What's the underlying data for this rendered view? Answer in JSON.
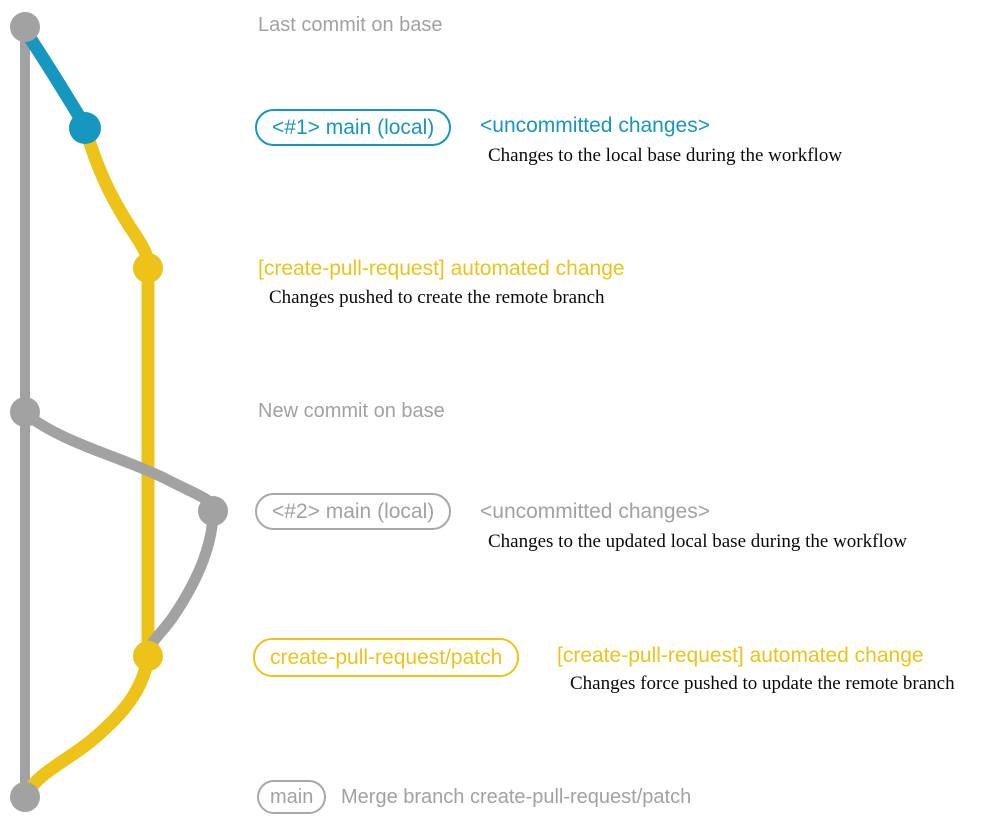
{
  "colors": {
    "gray": "#a2a2a2",
    "blue": "#1697c0",
    "yellow": "#eec319",
    "description_text": "#0a0a0a",
    "background": "#ffffff"
  },
  "graph": {
    "captions": {
      "last_commit": "Last commit on base",
      "new_commit": "New commit on base"
    },
    "nodes": [
      "last-commit-on-base",
      "local-main-1",
      "remote-branch-commit-1",
      "new-commit-on-base",
      "local-main-2",
      "remote-branch-commit-2",
      "merge-commit"
    ]
  },
  "rows": {
    "local_main_1": {
      "badge": "<#1> main (local)",
      "heading": "<uncommitted changes>",
      "description": "Changes to the local base during the workflow"
    },
    "automated_change_1": {
      "heading": "[create-pull-request] automated change",
      "description": "Changes pushed to create the remote branch"
    },
    "local_main_2": {
      "badge": "<#2> main (local)",
      "heading": "<uncommitted changes>",
      "description": "Changes to the updated local base during the workflow"
    },
    "automated_change_2": {
      "badge": "create-pull-request/patch",
      "heading": "[create-pull-request] automated change",
      "description": "Changes force pushed to update the remote branch"
    },
    "merge": {
      "badge": "main",
      "heading": "Merge branch create-pull-request/patch"
    }
  }
}
